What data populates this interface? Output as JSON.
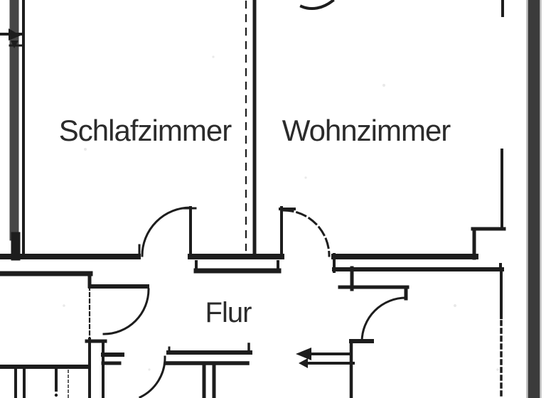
{
  "colors": {
    "background": "#ffffff",
    "wall_line": "#1d1d1d",
    "label_text": "#2b2b2b"
  },
  "rooms": [
    {
      "name": "bedroom",
      "label": "Schlafzimmer"
    },
    {
      "name": "living-room",
      "label": "Wohnzimmer"
    },
    {
      "name": "hallway",
      "label": "Flur"
    }
  ]
}
